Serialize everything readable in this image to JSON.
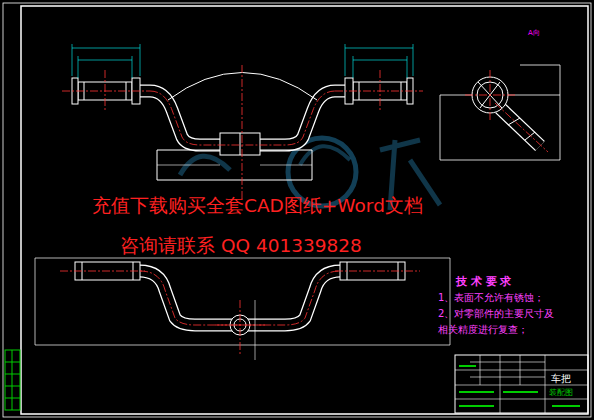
{
  "diagram": {
    "labels": [
      "A向",
      "充值下载购买全套CAD图纸+Word文档",
      "咨询请联系 QQ 401339828",
      "技 术 要 求",
      "1、表面不允许有锈蚀；",
      "2、对零部件的主要尺寸及",
      "相关精度进行复查；",
      "车把",
      "装配图"
    ]
  }
}
